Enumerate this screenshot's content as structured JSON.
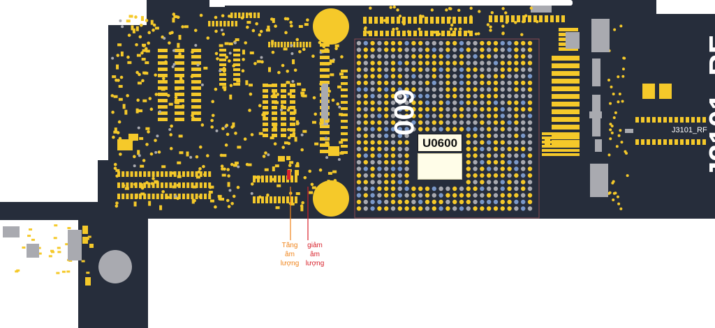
{
  "diagram": {
    "chip": {
      "name": "U0600",
      "rotated_label": "600"
    },
    "connector": {
      "name": "J3101_RF",
      "small_label": "J3101_RF"
    },
    "annotations": {
      "volume_up": "Tăng\nâm\nlượng",
      "volume_down": "giảm\nâm\nlượng"
    },
    "colors": {
      "board": "#262d3b",
      "pad": "#f5c92a",
      "gray_component": "#a9aab0",
      "blue_ball": "#7a98c9",
      "volume_up": "#f0841a",
      "volume_down": "#d8202a"
    }
  }
}
